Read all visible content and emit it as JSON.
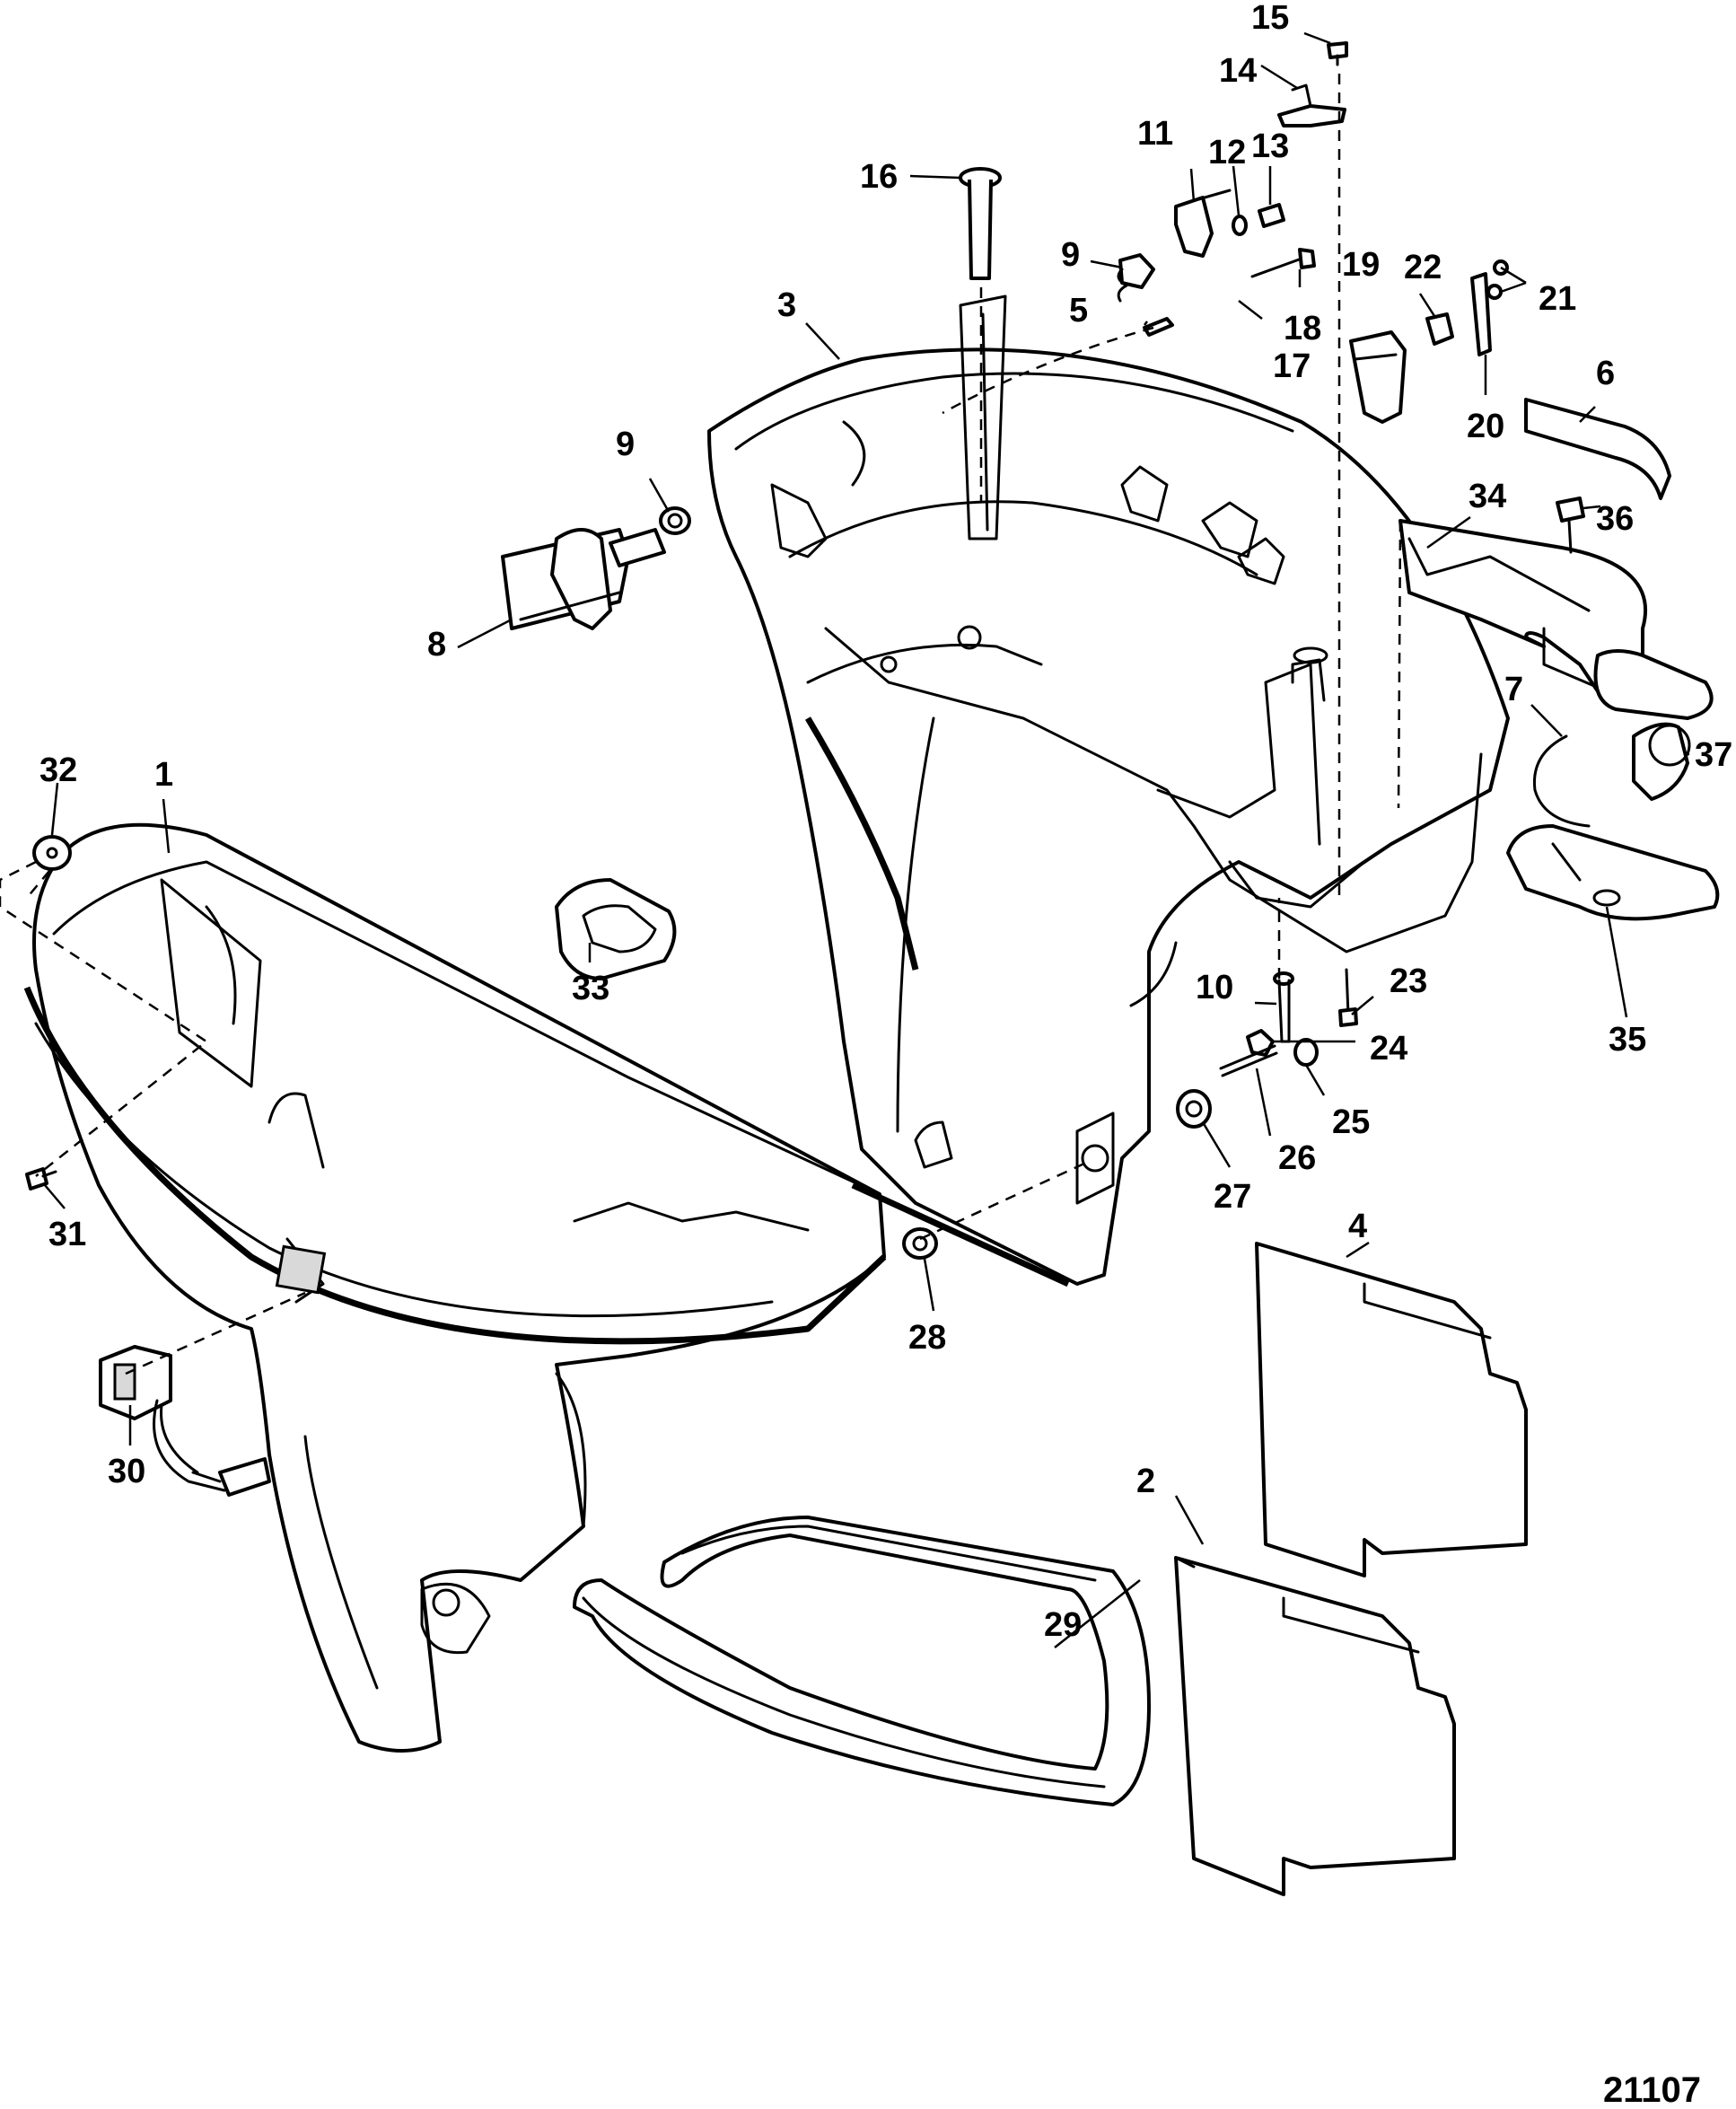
{
  "figure_id": "21107",
  "callouts": {
    "c1": "1",
    "c2": "2",
    "c3": "3",
    "c4": "4",
    "c5": "5",
    "c6": "6",
    "c7": "7",
    "c8": "8",
    "c9a": "9",
    "c9b": "9",
    "c10": "10",
    "c11": "11",
    "c12": "12",
    "c13": "13",
    "c14": "14",
    "c15": "15",
    "c16": "16",
    "c17": "17",
    "c18": "18",
    "c19": "19",
    "c20": "20",
    "c21": "21",
    "c22": "22",
    "c23": "23",
    "c24": "24",
    "c25": "25",
    "c26": "26",
    "c27": "27",
    "c28": "28",
    "c29": "29",
    "c30": "30",
    "c31": "31",
    "c32": "32",
    "c33": "33",
    "c34": "34",
    "c35": "35",
    "c36": "36",
    "c37": "37"
  }
}
